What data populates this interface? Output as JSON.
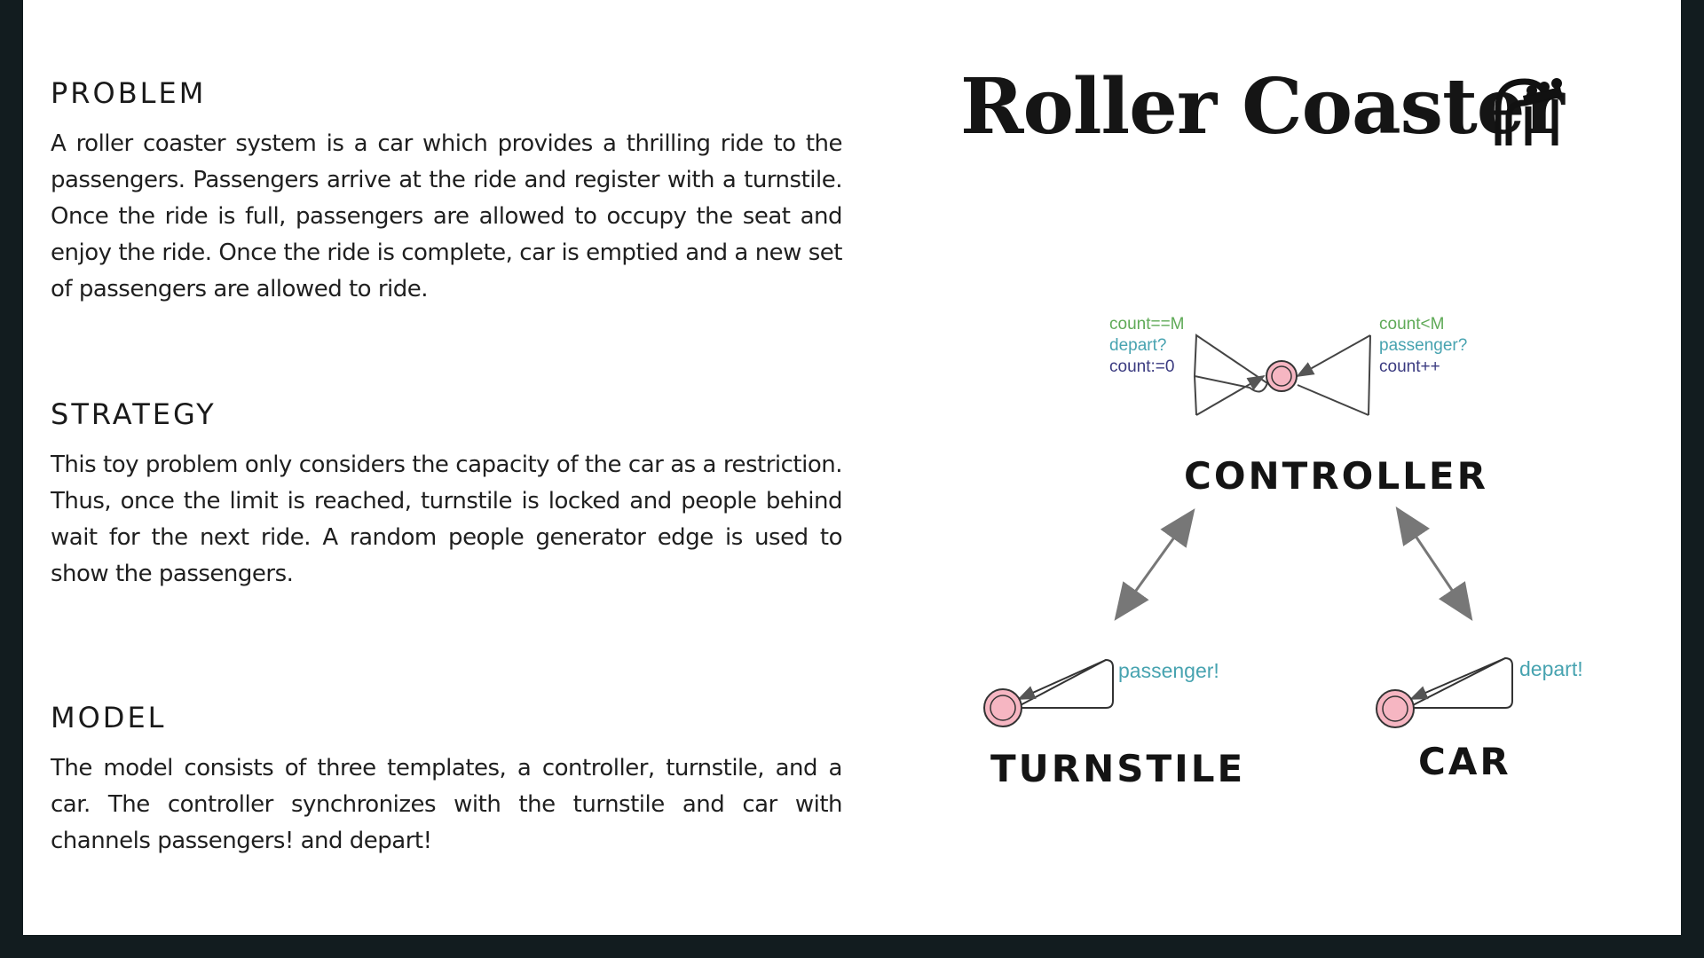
{
  "title": "Roller Coaster",
  "logo_icon": "roller-coaster-icon",
  "sections": [
    {
      "heading": "PROBLEM",
      "body": "A roller coaster system is a car which provides a thrilling ride to the passengers. Passengers arrive at the ride and register with a turnstile. Once the ride is full, passengers are allowed to occupy the seat and enjoy the ride. Once the ride is complete, car is emptied and a new set of passengers are allowed to ride."
    },
    {
      "heading": "STRATEGY",
      "body": "This toy problem only considers the capacity of the car as a restriction. Thus, once the limit is reached, turnstile is locked and people behind wait for the next ride. A random people generator edge is used to show the passengers."
    },
    {
      "heading": "MODEL",
      "body": "The model consists of three templates, a controller, turnstile, and a car. The controller synchronizes with the turnstile and car with channels passengers! and depart!"
    }
  ],
  "diagram": {
    "controller": {
      "label": "CONTROLLER",
      "left_edge": {
        "guard": "count==M",
        "sync": "depart?",
        "assign": "count:=0"
      },
      "right_edge": {
        "guard": "count<M",
        "sync": "passenger?",
        "assign": "count++"
      }
    },
    "turnstile": {
      "label": "TURNSTILE",
      "edge_label": "passenger!"
    },
    "car": {
      "label": "CAR",
      "edge_label": "depart!"
    }
  },
  "colors": {
    "background": "#121c1f",
    "location_fill": "#f6b6c2",
    "guard": "#5faa57",
    "sync": "#47a3b0",
    "assign": "#3a3a80"
  }
}
